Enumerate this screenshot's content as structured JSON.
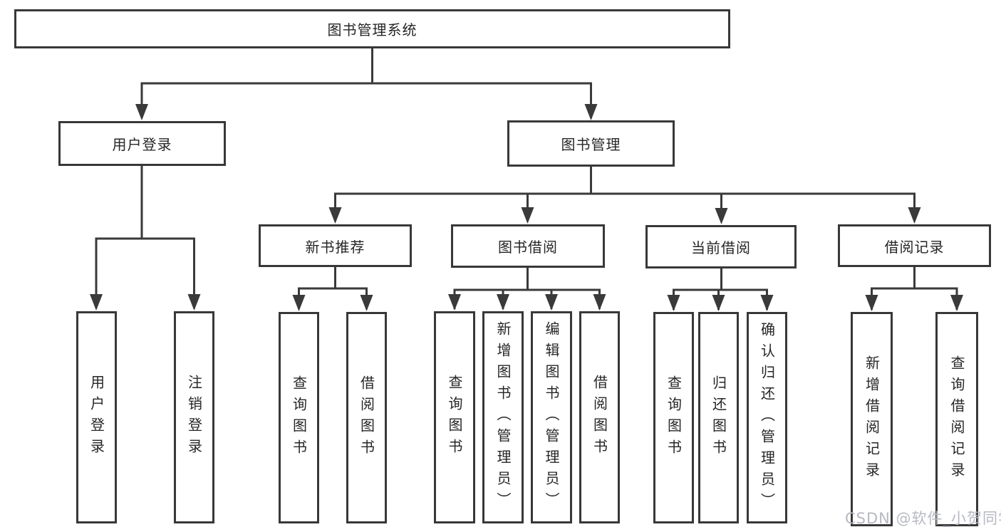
{
  "diagram": {
    "title": "图书管理系统",
    "root": {
      "label": "图书管理系统"
    },
    "branches": [
      {
        "label": "用户登录",
        "children": [
          "用户登录",
          "注销登录"
        ]
      },
      {
        "label": "图书管理",
        "groups": [
          {
            "label": "新书推荐",
            "children": [
              "查询图书",
              "借阅图书"
            ]
          },
          {
            "label": "图书借阅",
            "children": [
              "查询图书",
              "新增图书（管理员）",
              "编辑图书（管理员）",
              "借阅图书"
            ]
          },
          {
            "label": "当前借阅",
            "children": [
              "查询图书",
              "归还图书",
              "确认归还（管理员）"
            ]
          },
          {
            "label": "借阅记录",
            "children": [
              "新增借阅记录",
              "查询借阅记录"
            ]
          }
        ]
      }
    ]
  },
  "watermark": {
    "text": "CSDN @软件_小贺同学"
  },
  "colors": {
    "line": "#3a3a3a",
    "box_border": "#383838",
    "text": "#262626",
    "background": "#ffffff",
    "watermark": "#b7b9c2"
  }
}
